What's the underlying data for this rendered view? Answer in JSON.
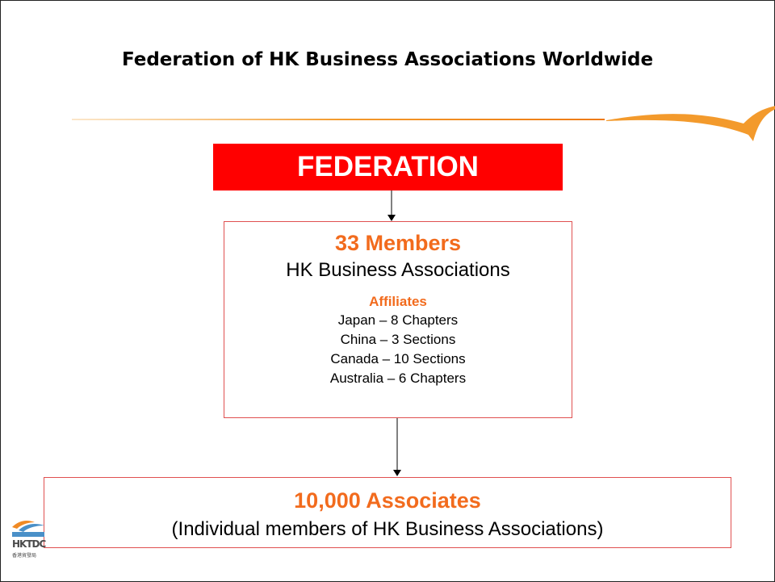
{
  "title": "Federation of HK Business Associations Worldwide",
  "federation": {
    "label": "FEDERATION"
  },
  "members": {
    "count": "33 Members",
    "subtitle": "HK Business Associations",
    "affiliates_heading": "Affiliates",
    "affiliates": [
      "Japan – 8 Chapters",
      "China – 3 Sections",
      "Canada – 10 Sections",
      "Australia – 6 Chapters"
    ]
  },
  "associates": {
    "count": "10,000 Associates",
    "subtitle": "(Individual members of HK Business Associations)"
  },
  "logo": {
    "text": "HKTDC",
    "subtext": "香港貿發局"
  },
  "colors": {
    "accent_orange": "#f26b1d",
    "federation_red": "#ff0000",
    "box_border": "#e05050"
  }
}
